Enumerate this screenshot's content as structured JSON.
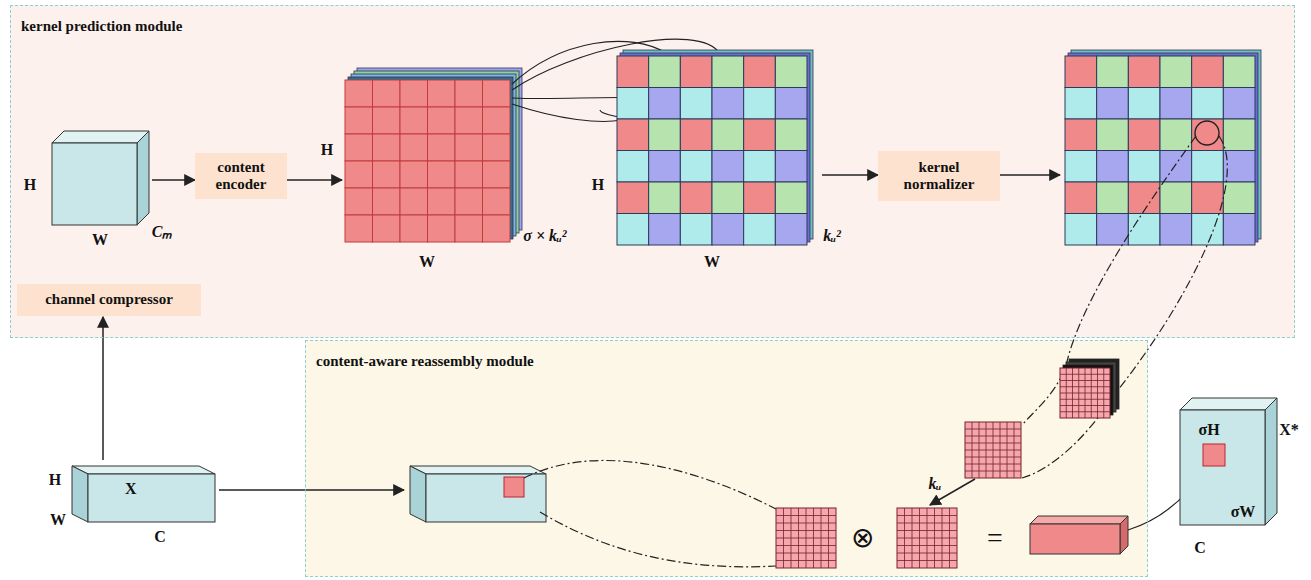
{
  "diagram": {
    "nodes": [
      {
        "text": [
          "kernel prediction module"
        ]
      },
      {
        "text": [
          "content-aware reassembly module"
        ]
      },
      {
        "text": [
          "channel compressor"
        ],
        "in": 0
      },
      {
        "text": [
          "content encoder"
        ],
        "in": 0
      },
      {
        "text": [
          "kernel normalizer"
        ],
        "in": 0
      },
      {
        "text": [
          "X"
        ]
      }
    ],
    "edges": [
      {
        "from": 5,
        "to": 2,
        "arrow": "to"
      }
    ],
    "labels": [
      "H",
      "W",
      "Cₘ",
      "H",
      "W",
      "σ × kᵤ²",
      "H",
      "W",
      "kᵤ²",
      "H",
      "W",
      "C",
      "kᵤ",
      "⊗",
      "=",
      "σH",
      "σW",
      "X*",
      "C"
    ]
  }
}
